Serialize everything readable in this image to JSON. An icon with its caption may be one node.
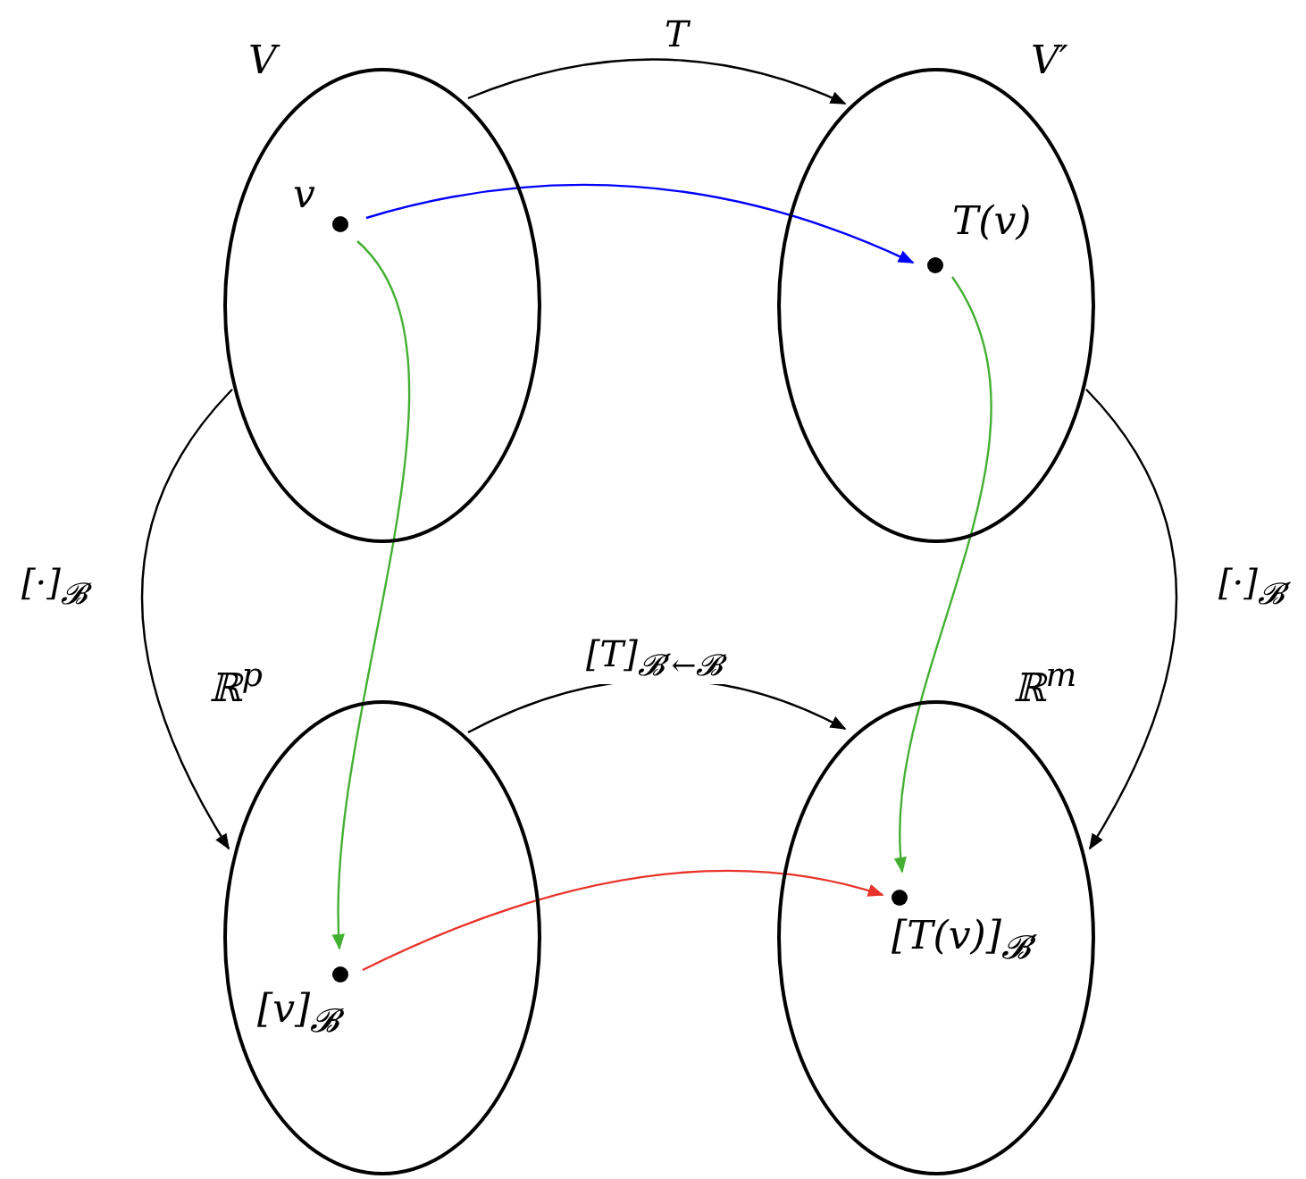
{
  "diagram": {
    "nodes": [
      {
        "text": [
          "V"
        ]
      },
      {
        "text": [],
        "shape": "circle",
        "beside": [
          "v"
        ],
        "in": 0
      },
      {
        "text": [
          "V′"
        ]
      },
      {
        "text": [],
        "shape": "circle",
        "beside": [
          "T(v)"
        ],
        "in": 2
      },
      {
        "text": [
          "ℝ$^{p}$"
        ]
      },
      {
        "text": [],
        "shape": "circle",
        "beside": [
          "[v]$_{𝓑}$"
        ],
        "in": 4
      },
      {
        "text": [
          "ℝ$^{m}$"
        ]
      },
      {
        "text": [],
        "shape": "circle",
        "beside": [
          "[T(v)]$_{𝓑′}$"
        ],
        "in": 6
      }
    ],
    "edges": [
      {
        "from": 0,
        "to": 2,
        "arrow": "to",
        "label": "T"
      },
      {
        "from": 1,
        "to": 3,
        "arrow": "to",
        "color": "#0000ff"
      },
      {
        "from": 0,
        "to": 4,
        "arrow": "to",
        "label": "[·]$_{𝓑}$"
      },
      {
        "from": 1,
        "to": 5,
        "arrow": "to",
        "color": "#44b033"
      },
      {
        "from": 2,
        "to": 6,
        "arrow": "to",
        "label": "[·]$_{𝓑′}$"
      },
      {
        "from": 3,
        "to": 7,
        "arrow": "to",
        "color": "#44b033"
      },
      {
        "from": 4,
        "to": 6,
        "arrow": "to",
        "label": "[T]$_{𝓑′←𝓑}$"
      },
      {
        "from": 5,
        "to": 7,
        "arrow": "to",
        "color": "#e8342a"
      }
    ]
  }
}
